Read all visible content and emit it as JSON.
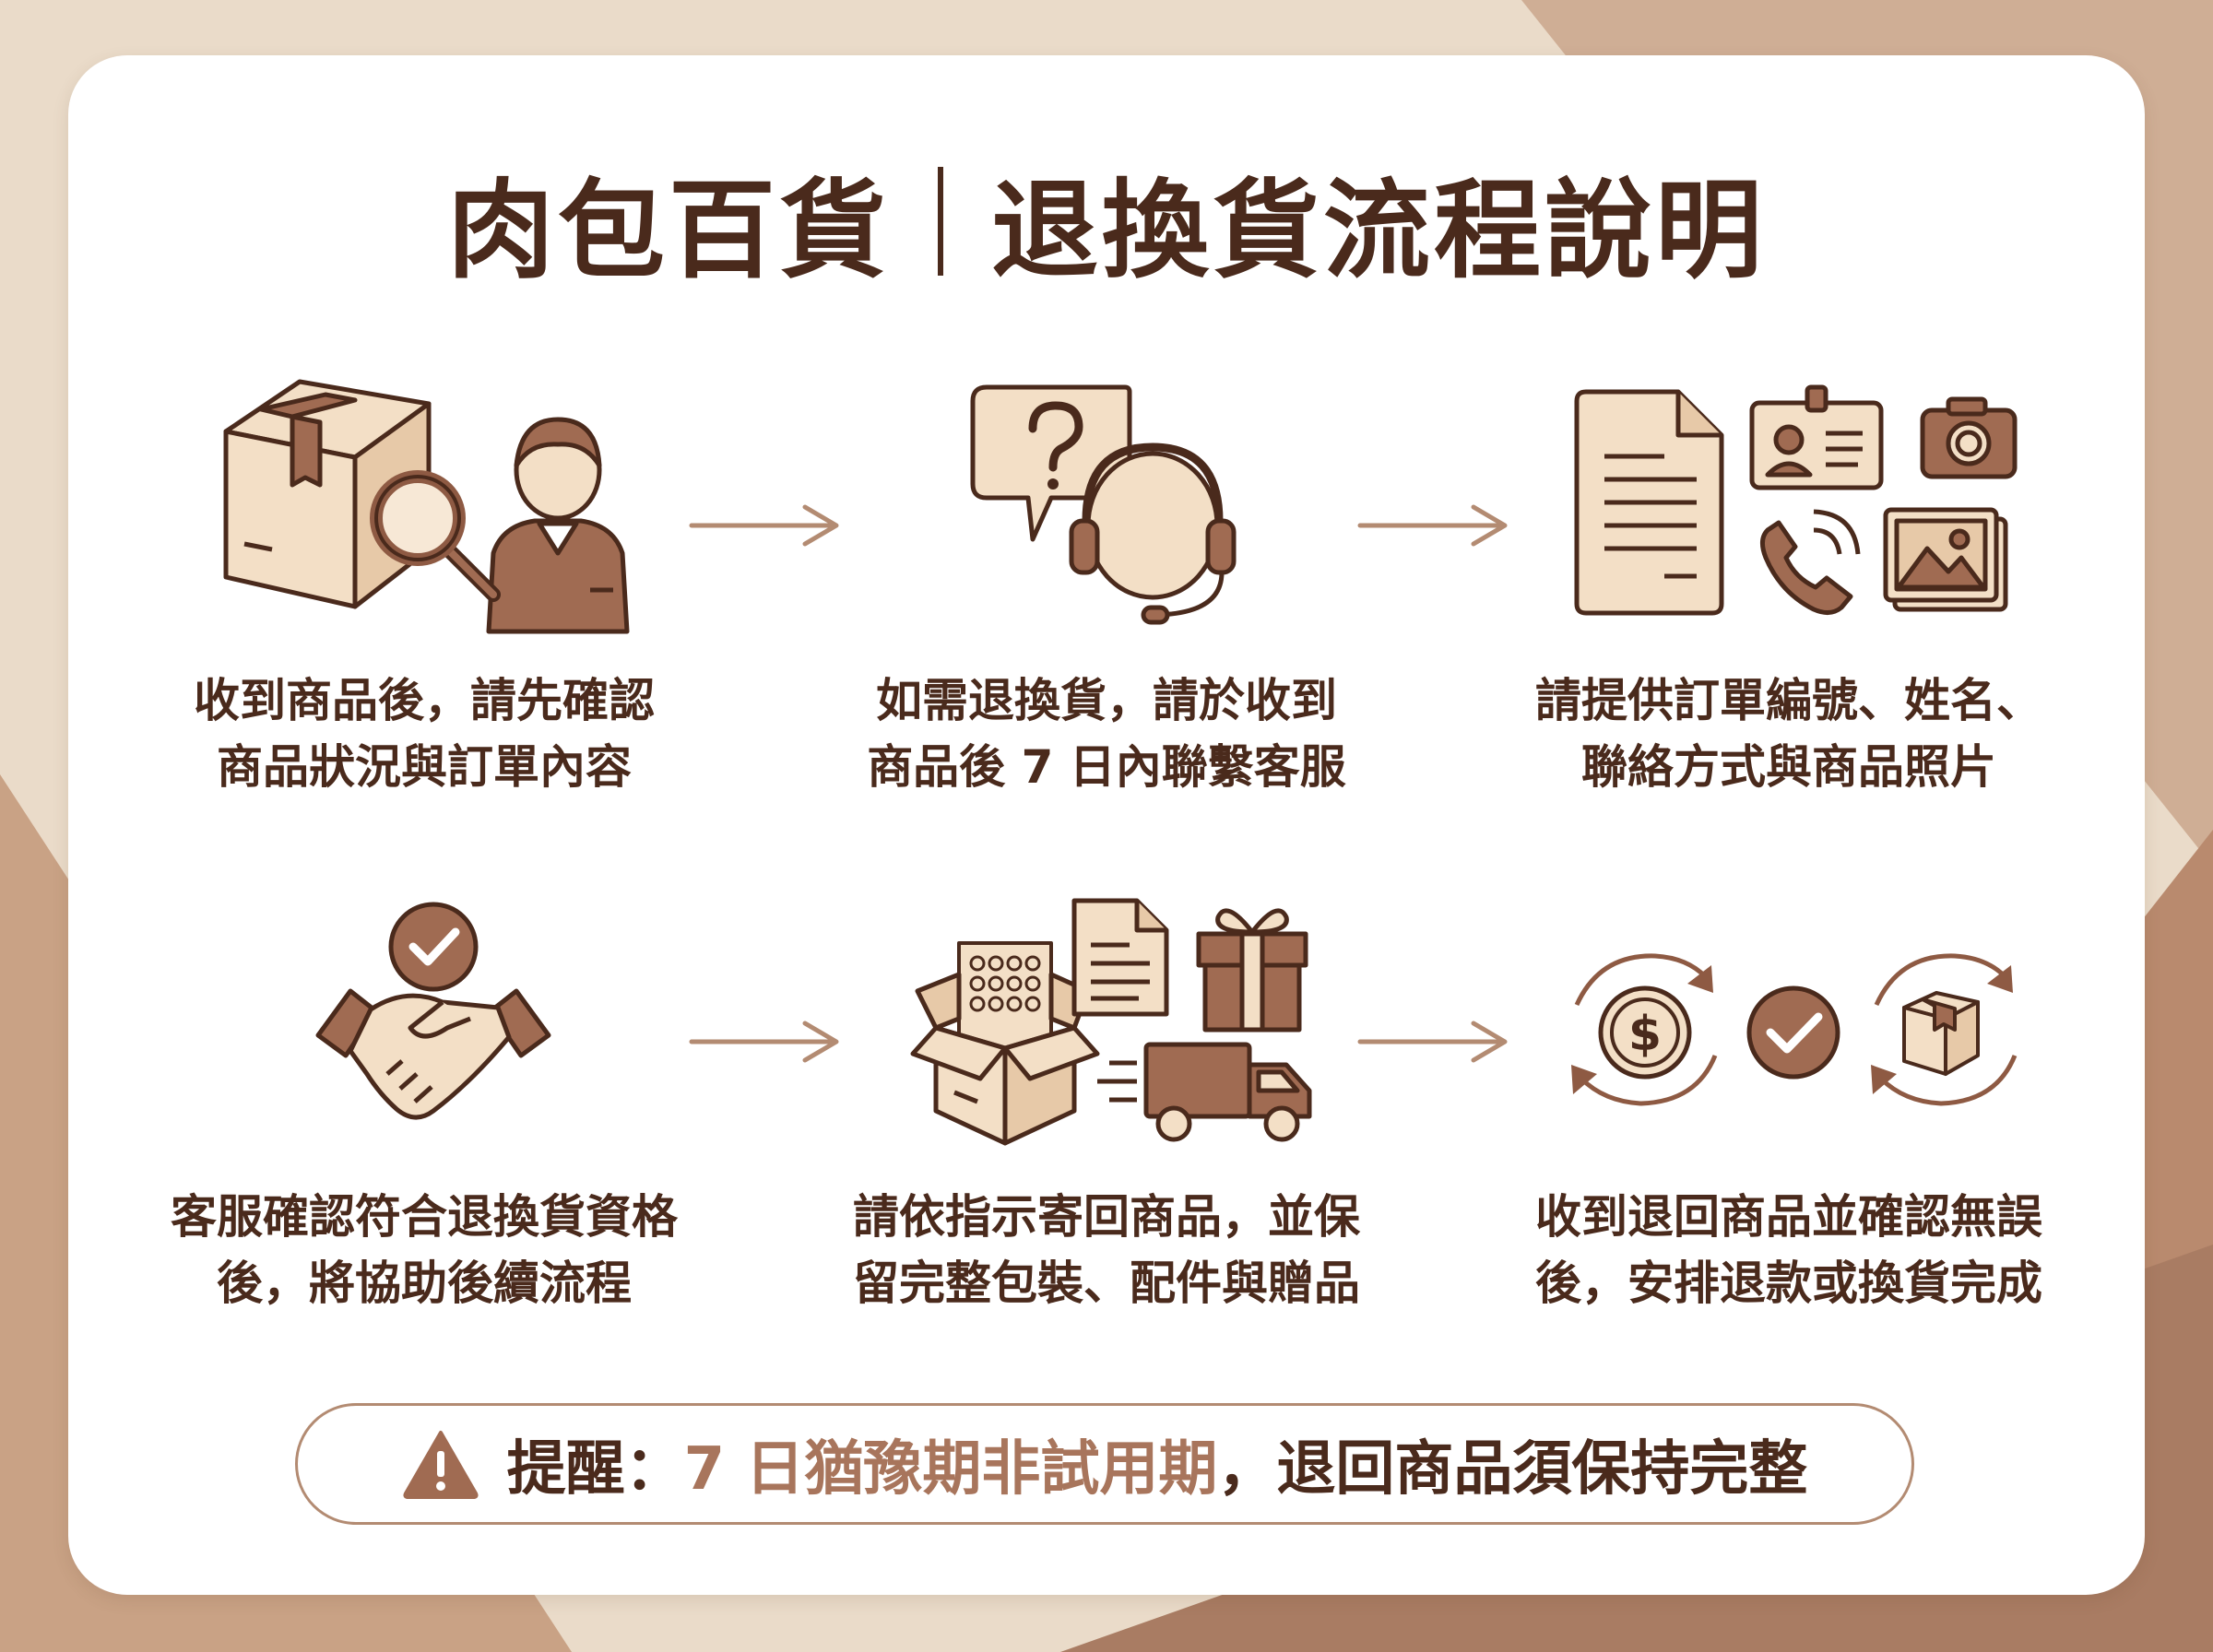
{
  "title": {
    "brand": "肉包百貨",
    "subject": "退換貨流程說明"
  },
  "steps": [
    {
      "lines": [
        "收到商品後，請先確認",
        "商品狀況與訂單內容"
      ]
    },
    {
      "lines": [
        "如需退換貨，請於收到",
        "商品後 7 日內聯繫客服"
      ]
    },
    {
      "lines": [
        "請提供訂單編號、姓名、",
        "聯絡方式與商品照片"
      ]
    },
    {
      "lines": [
        "客服確認符合退換貨資格",
        "後，將協助後續流程"
      ]
    },
    {
      "lines": [
        "請依指示寄回商品，並保",
        "留完整包裝、配件與贈品"
      ]
    },
    {
      "lines": [
        "收到退回商品並確認無誤",
        "後，安排退款或換貨完成"
      ]
    }
  ],
  "notice": {
    "label": "提醒：",
    "highlight": "7 日猶豫期非試用期",
    "rest": "，退回商品須保持完整",
    "icon": "warning-icon"
  },
  "icons": {
    "step1": [
      "package-box-icon",
      "magnifier-icon",
      "staff-person-icon"
    ],
    "step2": [
      "question-bubble-icon",
      "headset-icon"
    ],
    "step3": [
      "document-icon",
      "id-card-icon",
      "camera-icon",
      "phone-icon",
      "photo-icon"
    ],
    "step4": [
      "check-circle-icon",
      "handshake-icon"
    ],
    "step5": [
      "open-box-icon",
      "bubble-wrap-icon",
      "document-icon",
      "gift-icon",
      "delivery-truck-icon"
    ],
    "step6": [
      "refund-dollar-icon",
      "check-circle-icon",
      "exchange-box-icon"
    ]
  },
  "colors": {
    "dark_brown": "#4A2A1C",
    "icon_brown": "#8E5A43",
    "highlight": "#A8755C",
    "cream": "#F3DFC6",
    "background": "#EADBC9"
  }
}
